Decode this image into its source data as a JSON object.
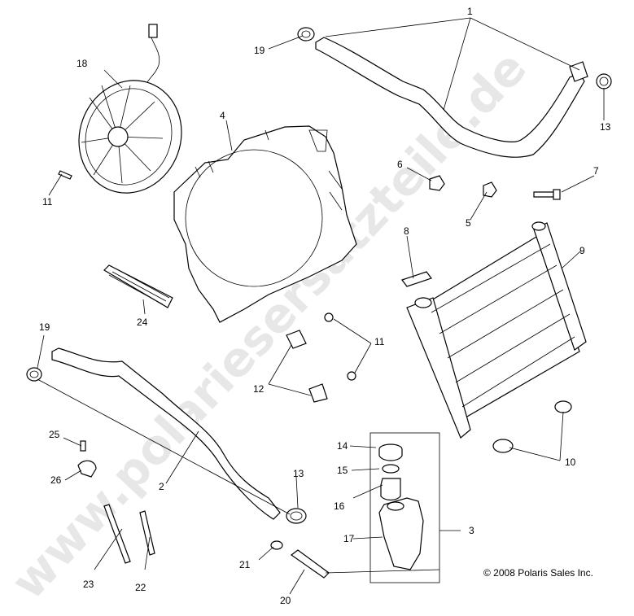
{
  "watermark": "www.polariesersatzteile.de",
  "copyright": "© 2008 Polaris Sales Inc.",
  "callouts": {
    "c1": "1",
    "c2": "2",
    "c3": "3",
    "c4": "4",
    "c5": "5",
    "c6": "6",
    "c7": "7",
    "c8": "8",
    "c9": "9",
    "c10": "10",
    "c11a": "11",
    "c11b": "11",
    "c12": "12",
    "c13a": "13",
    "c13b": "13",
    "c14": "14",
    "c15": "15",
    "c16": "16",
    "c17": "17",
    "c18": "18",
    "c19a": "19",
    "c19b": "19",
    "c20": "20",
    "c21": "21",
    "c22": "22",
    "c23": "23",
    "c24": "24",
    "c25": "25",
    "c26": "26"
  }
}
